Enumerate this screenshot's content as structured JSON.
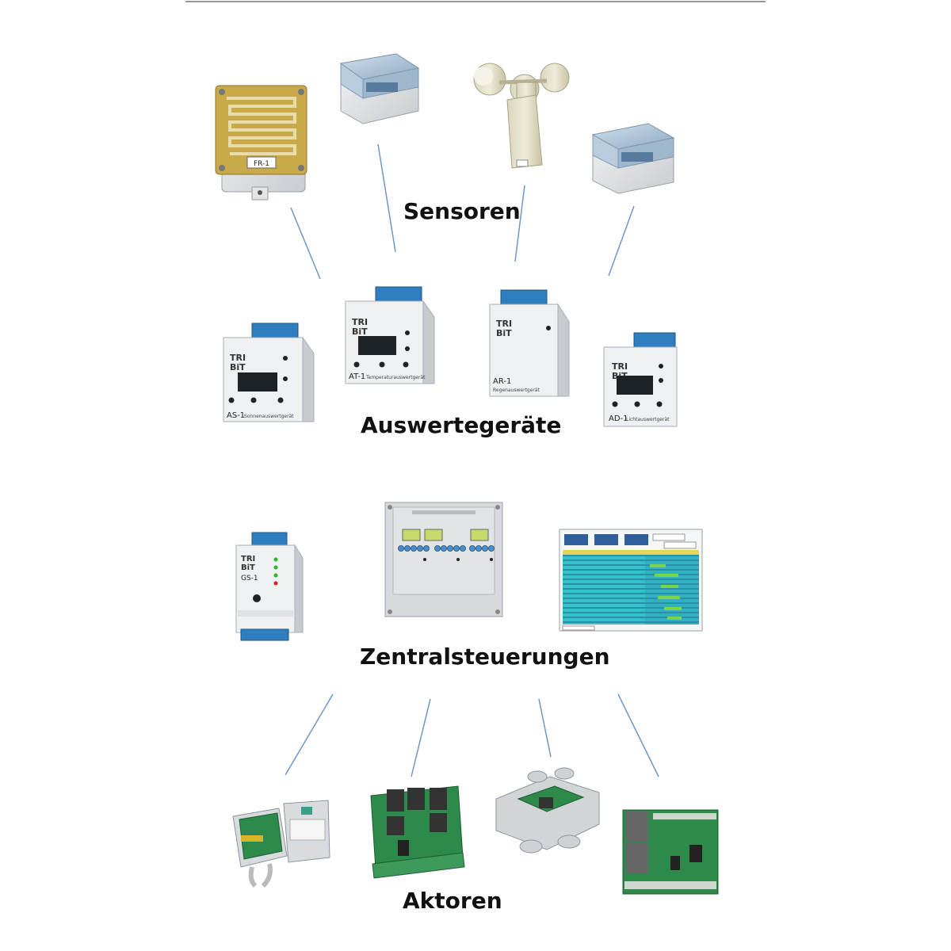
{
  "categories": {
    "sensors": "Sensoren",
    "evaluators": "Auswertegeräte",
    "central": "Zentralsteuerungen",
    "actuators": "Aktoren"
  },
  "device_labels": {
    "fr1": "FR-1",
    "brand_top": "TRI",
    "brand_bottom": "BiT",
    "as1": "AS-1",
    "as1_desc": "Sonnenauswertgerät",
    "at1": "AT-1",
    "at1_desc": "Temperaturauswertgerät",
    "ar1": "AR-1",
    "ar1_desc": "Regenauswertgerät",
    "ad1": "AD-1",
    "ad1_desc": "Lichtauswertgerät",
    "gs1": "GS-1"
  },
  "colors": {
    "connector": "#6b97c9",
    "terminal_blue": "#2f7fc0",
    "lcd": "#1d2226",
    "housing": "#e3e6ea",
    "pcb_green": "#2e8a4a",
    "screen_cyan": "#33c2cc",
    "screen_green": "#79d64b"
  },
  "icons": [
    "rain-sensor",
    "sensor-box",
    "anemometer",
    "evaluator-unit",
    "control-panel",
    "software-screen",
    "relay-board",
    "junction-box"
  ]
}
